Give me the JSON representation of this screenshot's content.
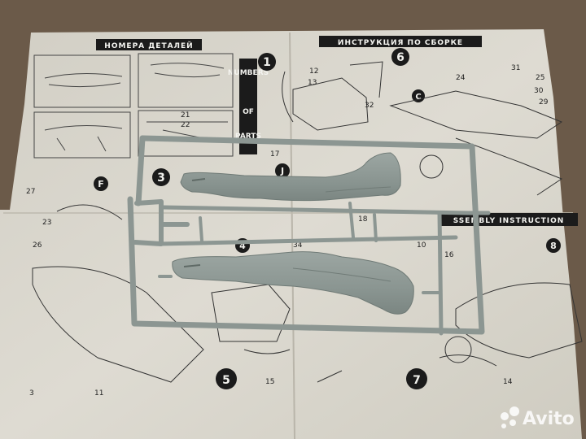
{
  "sheet": {
    "left_header": "НОМЕРА ДЕТАЛЕЙ",
    "right_header": "ИНСТРУКЦИЯ ПО СБОРКЕ",
    "vertical_header": [
      "NUMBERS",
      "OF",
      "PARTS"
    ],
    "assembly_header": "SSEMBLY INSTRUCTION",
    "steps": [
      "1",
      "6",
      "3",
      "F",
      "J",
      "4",
      "5",
      "7",
      "8",
      "C"
    ],
    "part_numbers": [
      "32",
      "12",
      "13",
      "31",
      "24",
      "30",
      "29",
      "25",
      "27",
      "23",
      "26",
      "17",
      "15",
      "14",
      "11",
      "3",
      "10",
      "16",
      "18",
      "34",
      "21",
      "22"
    ]
  },
  "watermark": {
    "brand": "Avito"
  },
  "colors": {
    "background": "#6b5a49",
    "paper": "#dcd9cf",
    "plastic": "#8f9a96",
    "ink": "#1b1b1b"
  }
}
